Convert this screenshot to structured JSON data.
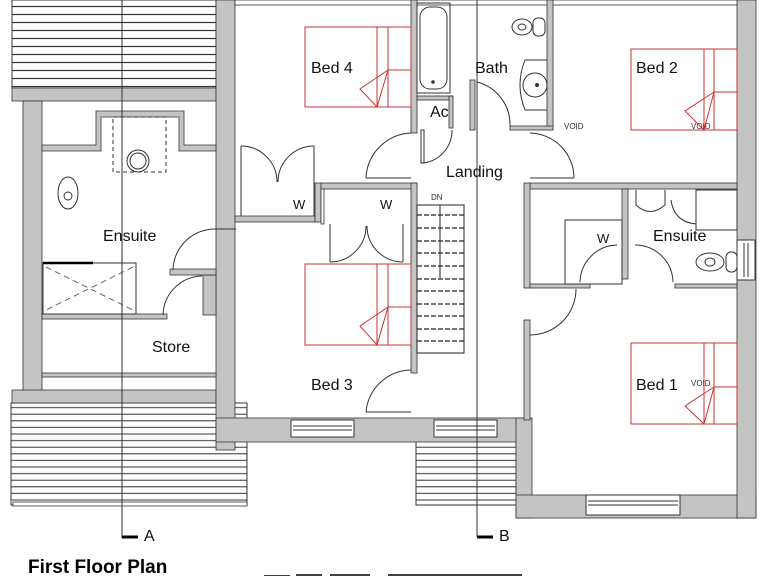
{
  "drawing": {
    "title": "First Floor Plan",
    "section_markers": [
      "A",
      "B"
    ],
    "colors": {
      "wall_fill": "#c4c4c4",
      "line": "#222222",
      "furniture": "#cc3333",
      "background": "#ffffff"
    }
  },
  "rooms": {
    "bed1": "Bed 1",
    "bed2": "Bed 2",
    "bed3": "Bed 3",
    "bed4": "Bed 4",
    "bath": "Bath",
    "ac": "Ac",
    "landing": "Landing",
    "ensuite_left": "Ensuite",
    "ensuite_right": "Ensuite",
    "store": "Store"
  },
  "annotations": {
    "wardrobe_1": "W",
    "wardrobe_2": "W",
    "wardrobe_3": "W",
    "stairs_dn": "DN",
    "void_1": "VOID",
    "void_2": "VOID",
    "void_3": "VOID"
  }
}
